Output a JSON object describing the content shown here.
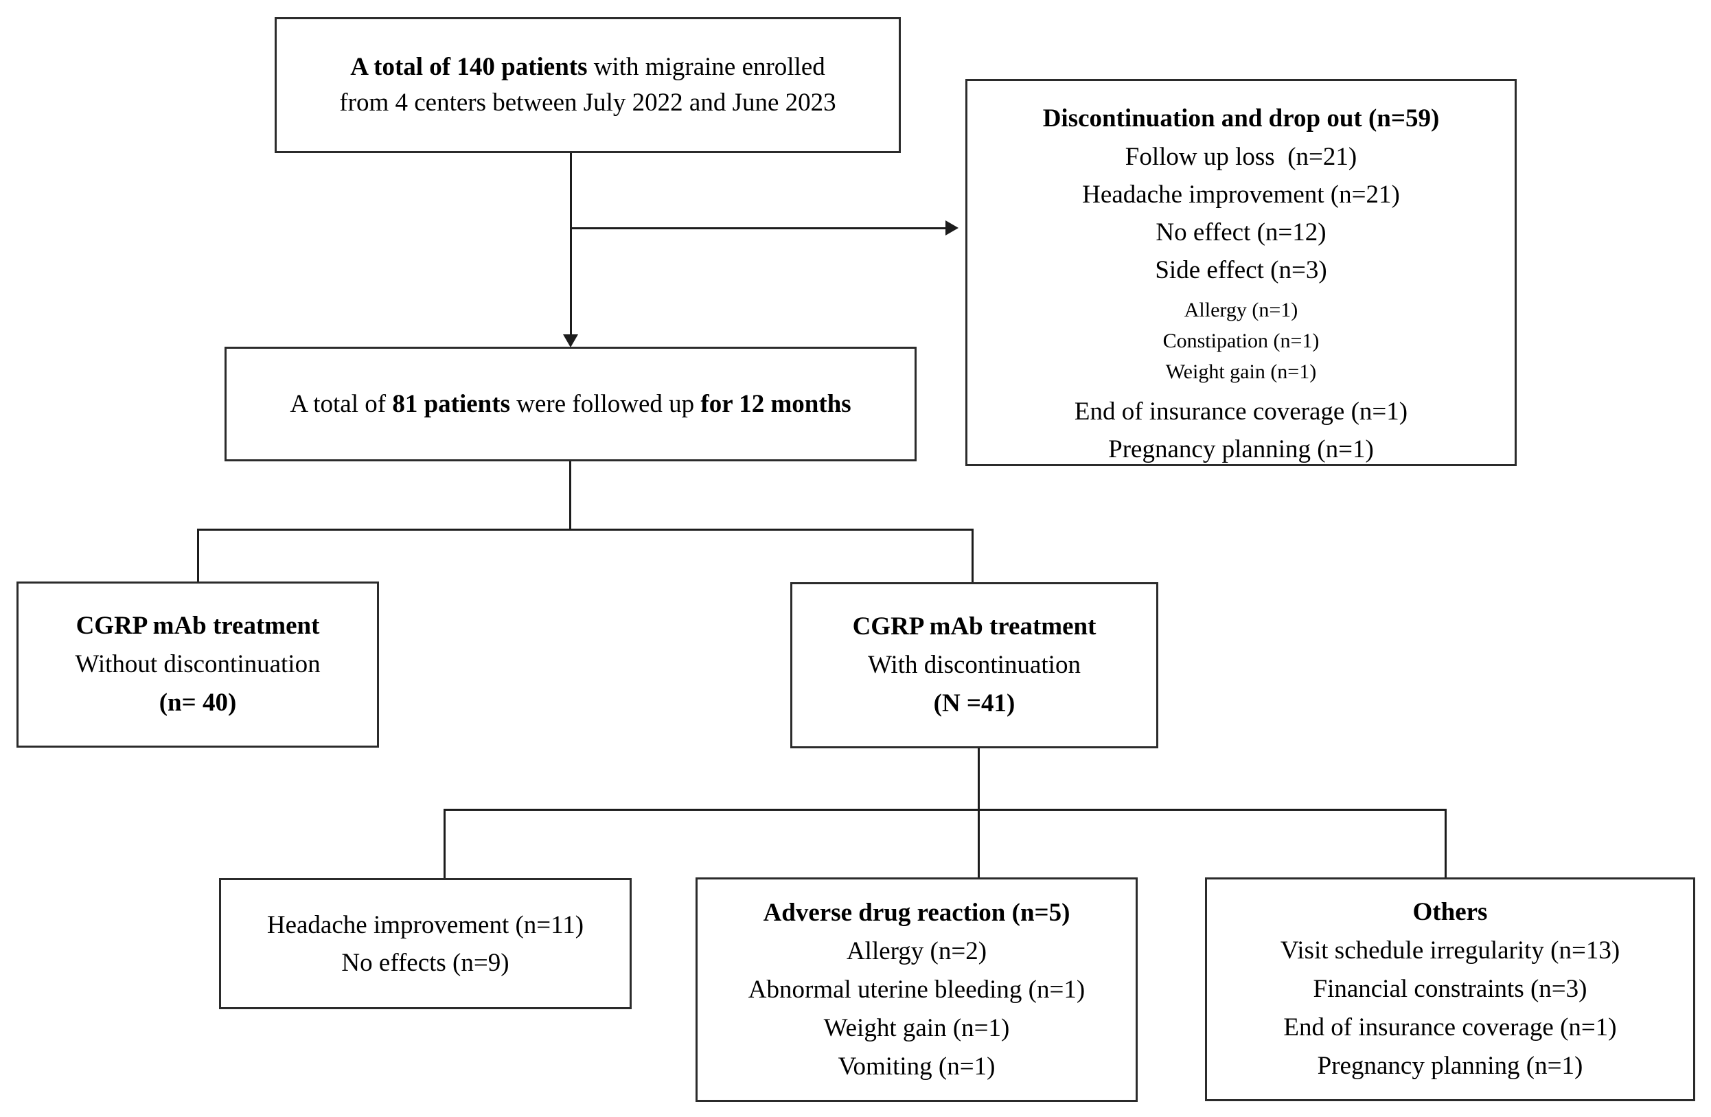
{
  "colors": {
    "background": "#ffffff",
    "box_border": "#2b2b2b",
    "connector_line": "#1c1c1c",
    "text": "#000000"
  },
  "boxes": {
    "enrollment": {
      "line1_bold": "A total of 140 patients",
      "line1_regular": " with migraine enrolled",
      "line2": "from 4 centers between July 2022 and June 2023"
    },
    "discontinuation": {
      "title": "Discontinuation and drop out (n=59)",
      "items": [
        "Follow up loss  (n=21)",
        "Headache improvement (n=21)",
        "No effect (n=12)",
        "Side effect (n=3)"
      ],
      "side_effect_details": [
        "Allergy (n=1)",
        "Constipation (n=1)",
        "Weight gain (n=1)"
      ],
      "items_after": [
        "End of insurance coverage (n=1)",
        "Pregnancy planning (n=1)"
      ]
    },
    "followup": {
      "part1": "A total of ",
      "bold1": "81 patients",
      "part2": " were followed up ",
      "bold2": "for 12 months"
    },
    "without_discontinuation": {
      "title": "CGRP mAb treatment",
      "subtitle": "Without discontinuation",
      "count": "(n= 40)"
    },
    "with_discontinuation": {
      "title": "CGRP mAb treatment",
      "subtitle": "With discontinuation",
      "count": "(N =41)"
    },
    "improvement_outcome": {
      "items": [
        "Headache improvement (n=11)",
        "No effects (n=9)"
      ]
    },
    "adverse_reaction": {
      "title": "Adverse drug reaction (n=5)",
      "items": [
        "Allergy (n=2)",
        "Abnormal uterine bleeding (n=1)",
        "Weight gain (n=1)",
        "Vomiting (n=1)"
      ]
    },
    "others": {
      "title": "Others",
      "items": [
        "Visit schedule irregularity (n=13)",
        "Financial constraints (n=3)",
        "End of insurance coverage (n=1)",
        "Pregnancy planning (n=1)"
      ]
    }
  }
}
